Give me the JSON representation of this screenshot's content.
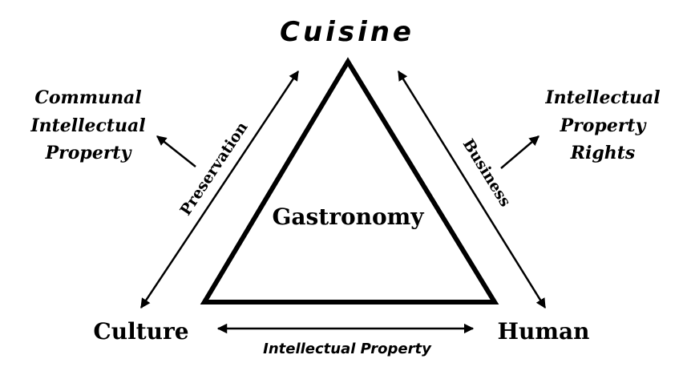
{
  "nodes": {
    "top": "Cuisine",
    "left": "Culture",
    "right": "Human",
    "center": "Gastronomy"
  },
  "edges": {
    "left_side": "Preservation",
    "right_side": "Business",
    "bottom_side": "Intellectual Property"
  },
  "outcomes": {
    "left": [
      "Communal",
      "Intellectual",
      "Property"
    ],
    "right": [
      "Intellectual",
      "Property",
      "Rights"
    ]
  },
  "colors": {
    "ink": "#000000",
    "background": "#ffffff"
  }
}
